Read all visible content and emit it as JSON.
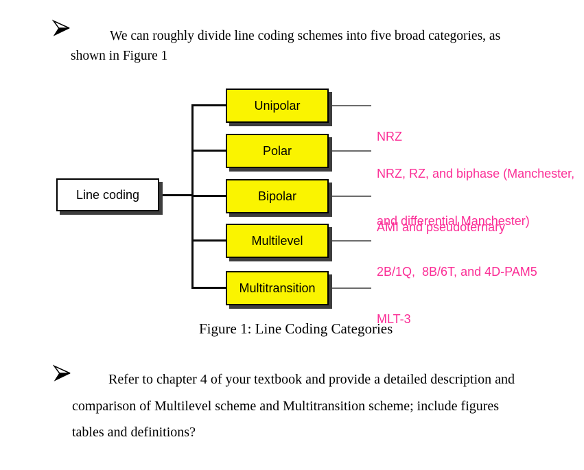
{
  "theme": {
    "box_yellow": "#faf400",
    "pink": "#fb2e96",
    "shadow": "#3d3d3d",
    "connector_gray": "#6b6b6b"
  },
  "bullets": [
    {
      "icon": "arrowhead-bullet",
      "marker_char": "➢",
      "lines": [
        "We can roughly divide line coding schemes into five broad categories, as",
        "shown in Figure 1"
      ]
    },
    {
      "icon": "arrowhead-bullet",
      "marker_char": "➢",
      "lines": [
        "Refer to chapter 4 of your textbook and provide a detailed description and",
        "comparison of Multilevel scheme and Multitransition scheme; include figures",
        "tables and definitions?"
      ]
    }
  ],
  "diagram": {
    "root_label": "Line coding",
    "categories": [
      {
        "label": "Unipolar",
        "schemes_lines": [
          "NRZ"
        ]
      },
      {
        "label": "Polar",
        "schemes_lines": [
          "NRZ, RZ, and biphase (Manchester,",
          "and differential Manchester)"
        ]
      },
      {
        "label": "Bipolar",
        "schemes_lines": [
          "AMI and pseudoternary"
        ]
      },
      {
        "label": "Multilevel",
        "schemes_lines": [
          "2B/1Q,  8B/6T, and 4D-PAM5"
        ]
      },
      {
        "label": "Multitransition",
        "schemes_lines": [
          "MLT-3"
        ]
      }
    ],
    "caption": "Figure 1: Line Coding Categories"
  }
}
